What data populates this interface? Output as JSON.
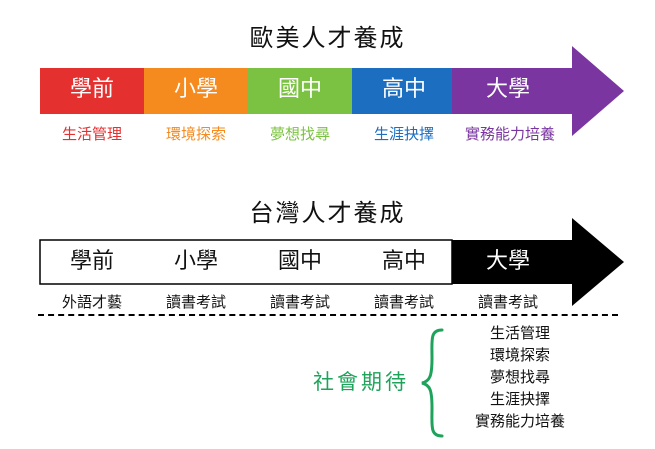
{
  "western": {
    "title": "歐美人才養成",
    "stages": [
      {
        "label": "學前",
        "color": "#e53030",
        "activity": "生活管理",
        "activity_color": "#e53030"
      },
      {
        "label": "小學",
        "color": "#f58a1f",
        "activity": "環境探索",
        "activity_color": "#f58a1f"
      },
      {
        "label": "國中",
        "color": "#7cc242",
        "activity": "夢想找尋",
        "activity_color": "#7cc242"
      },
      {
        "label": "高中",
        "color": "#1c6ec0",
        "activity": "生涯抉擇",
        "activity_color": "#1c6ec0"
      },
      {
        "label": "大學",
        "color": "#7a35a0",
        "activity": "實務能力培養",
        "activity_color": "#7a35a0"
      }
    ]
  },
  "taiwan": {
    "title": "台灣人才養成",
    "stages": [
      {
        "label": "學前",
        "color": "#ffffff",
        "activity": "外語才藝"
      },
      {
        "label": "小學",
        "color": "#ffffff",
        "activity": "讀書考試"
      },
      {
        "label": "國中",
        "color": "#ffffff",
        "activity": "讀書考試"
      },
      {
        "label": "高中",
        "color": "#ffffff",
        "activity": "讀書考試"
      },
      {
        "label": "大學",
        "color": "#000000",
        "activity": "讀書考試"
      }
    ]
  },
  "society": {
    "title": "社會期待",
    "color": "#1fa35b",
    "items": [
      "生活管理",
      "環境探索",
      "夢想找尋",
      "生涯抉擇",
      "實務能力培養"
    ]
  }
}
